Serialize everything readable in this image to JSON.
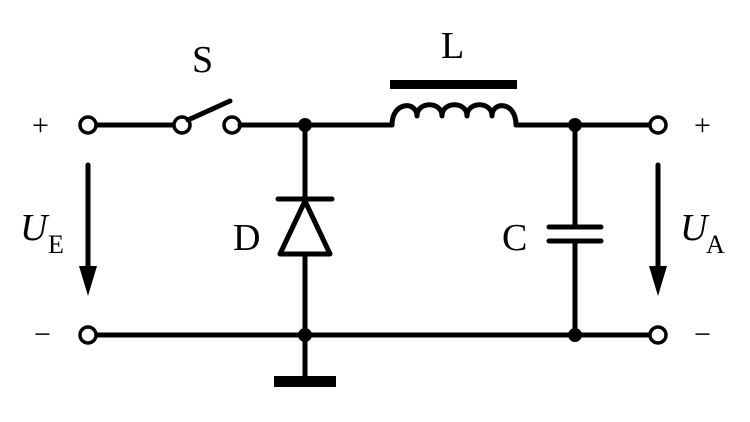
{
  "diagram": {
    "switch_label": "S",
    "inductor_label": "L",
    "diode_label": "D",
    "capacitor_label": "C",
    "input_voltage": {
      "symbol": "U",
      "subscript": "E"
    },
    "output_voltage": {
      "symbol": "U",
      "subscript": "A"
    },
    "input_plus": "+",
    "input_minus": "−",
    "output_plus": "+",
    "output_minus": "−"
  },
  "colors": {
    "line": "#000000",
    "background": "#ffffff"
  }
}
